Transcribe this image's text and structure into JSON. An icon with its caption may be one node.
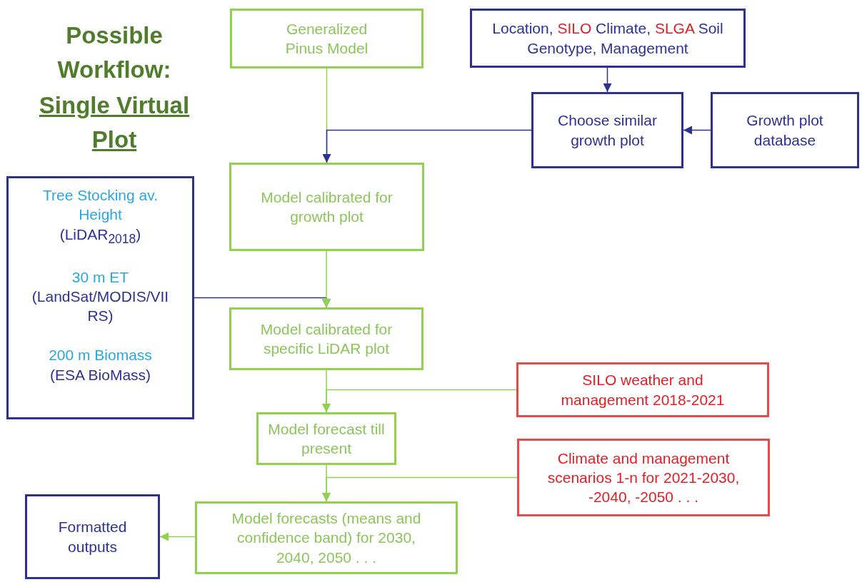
{
  "diagram": {
    "title": "Possible Workflow:",
    "nodes": [
      {
        "text": [
          "Generalized Pinus Model"
        ]
      },
      {
        "text": [
          "Location, **SILO** Climate, **SLGA** Soil Genotype, Management"
        ]
      },
      {
        "text": [
          "Choose similar growth plot"
        ]
      },
      {
        "text": [
          "Growth plot database"
        ]
      },
      {
        "text": [
          "Model calibrated for growth plot"
        ]
      },
      {
        "text": [
          "Tree Stocking av. Height",
          "(LiDAR$_{2018}$)",
          "30 m ET",
          "(LandSat/MODIS/VIIRS)",
          "200 m Biomass",
          "(ESA BioMass)"
        ]
      },
      {
        "text": [
          "Model calibrated for specific LiDAR plot"
        ]
      },
      {
        "text": [
          "SILO weather and management 2018-2021"
        ]
      },
      {
        "text": [
          "Model forecast till present"
        ]
      },
      {
        "text": [
          "Climate and management scenarios 1-n for 2021-2030, -2040, -2050 . . ."
        ]
      },
      {
        "text": [
          "Model forecasts (means and confidence band) for 2030, 2040, 2050 . . ."
        ]
      },
      {
        "text": [
          "Formatted outputs"
        ]
      }
    ],
    "edges": [
      {
        "from": 0,
        "to": 4,
        "arrow": "to"
      },
      {
        "from": 2,
        "to": 4,
        "arrow": "to",
        "color": "#2e3192"
      },
      {
        "from": 1,
        "to": 2,
        "arrow": "to",
        "color": "#2e3192"
      },
      {
        "from": 3,
        "to": 2,
        "arrow": "to",
        "color": "#2e3192"
      },
      {
        "from": 5,
        "to": 6,
        "arrow": "to",
        "color": "#2e3192"
      },
      {
        "from": 4,
        "to": 6,
        "arrow": "to"
      },
      {
        "from": 7,
        "to": 8,
        "arrow": "to"
      },
      {
        "from": 6,
        "to": 8,
        "arrow": "to"
      },
      {
        "from": 9,
        "to": 10,
        "arrow": "to"
      },
      {
        "from": 8,
        "to": 10,
        "arrow": "to"
      },
      {
        "from": 10,
        "to": 11,
        "arrow": "to"
      }
    ],
    "labels": [
      "Single Virtual Plot"
    ]
  }
}
